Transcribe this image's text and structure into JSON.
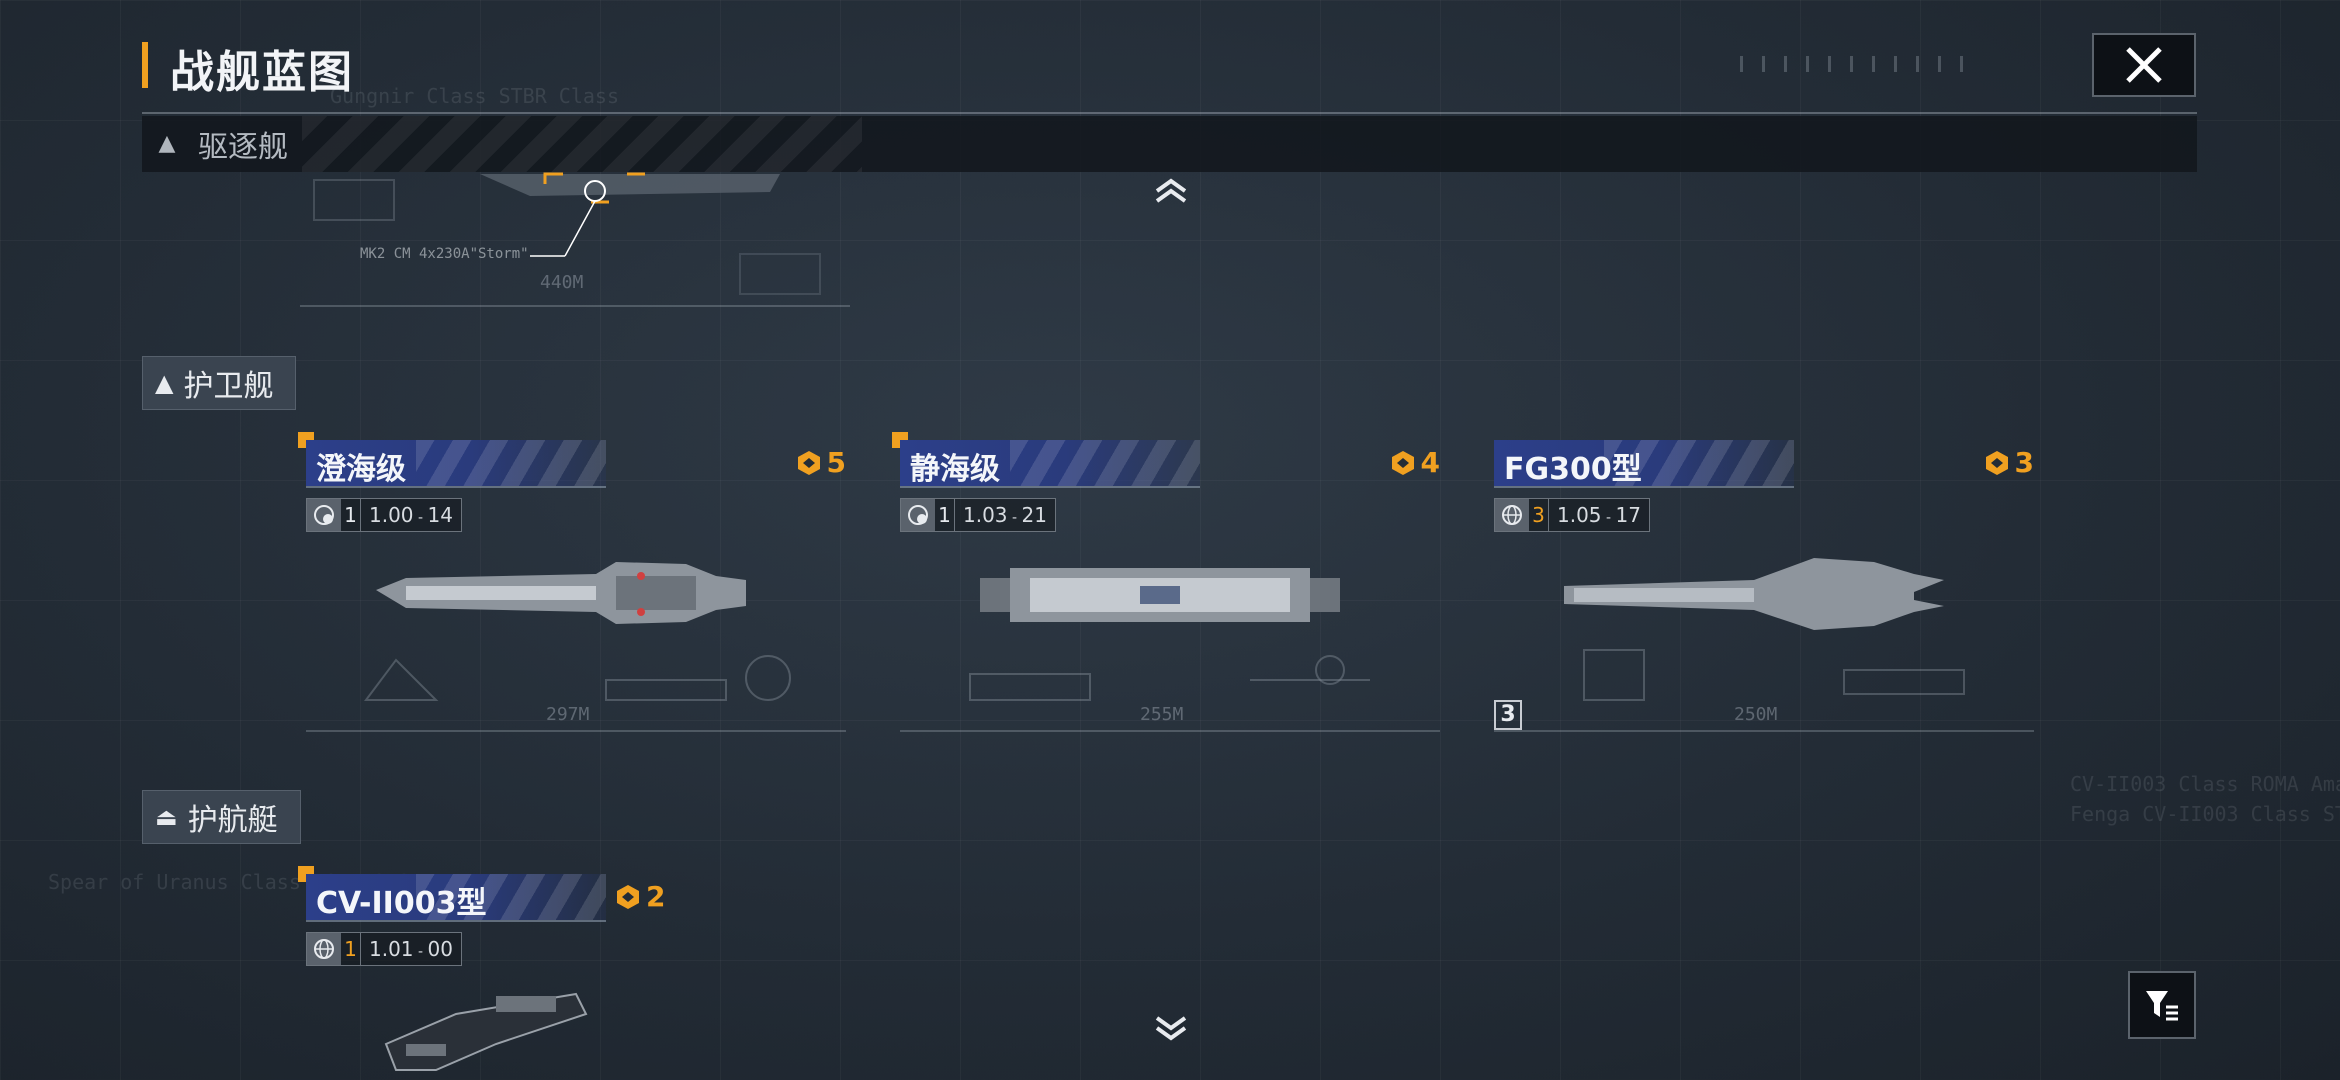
{
  "header": {
    "title": "战舰蓝图"
  },
  "sections": {
    "destroyer": {
      "label": "驱逐舰"
    },
    "frigate": {
      "label": "护卫舰"
    },
    "corvette": {
      "label": "护航艇"
    }
  },
  "destroyer_preview": {
    "weapon_label": "MK2 CM 4x230A\"Storm\"",
    "length": "440M"
  },
  "frigates": [
    {
      "name": "澄海级",
      "rarity": "5",
      "version_count": "1",
      "version": "1.00",
      "version_sub": "14",
      "length": "297M",
      "accent": "#f0a020"
    },
    {
      "name": "静海级",
      "rarity": "4",
      "version_count": "1",
      "version": "1.03",
      "version_sub": "21",
      "length": "255M",
      "accent": "#f0a020"
    },
    {
      "name": "FG300型",
      "rarity": "3",
      "version_count": "3",
      "version": "1.05",
      "version_sub": "17",
      "length": "250M",
      "stack_count": "3",
      "accent": "#f0a020"
    }
  ],
  "corvettes": [
    {
      "name": "CV-II003型",
      "rarity": "2",
      "version_count": "1",
      "version": "1.01",
      "version_sub": "00"
    }
  ],
  "icons": {
    "close": "close-icon",
    "filter": "filter-icon",
    "chevron_up": "chevron-up-icon",
    "chevron_down": "chevron-down-icon"
  },
  "colors": {
    "accent": "#f0a020",
    "name_plate": "#2c3f8a",
    "background": "#232c36"
  }
}
